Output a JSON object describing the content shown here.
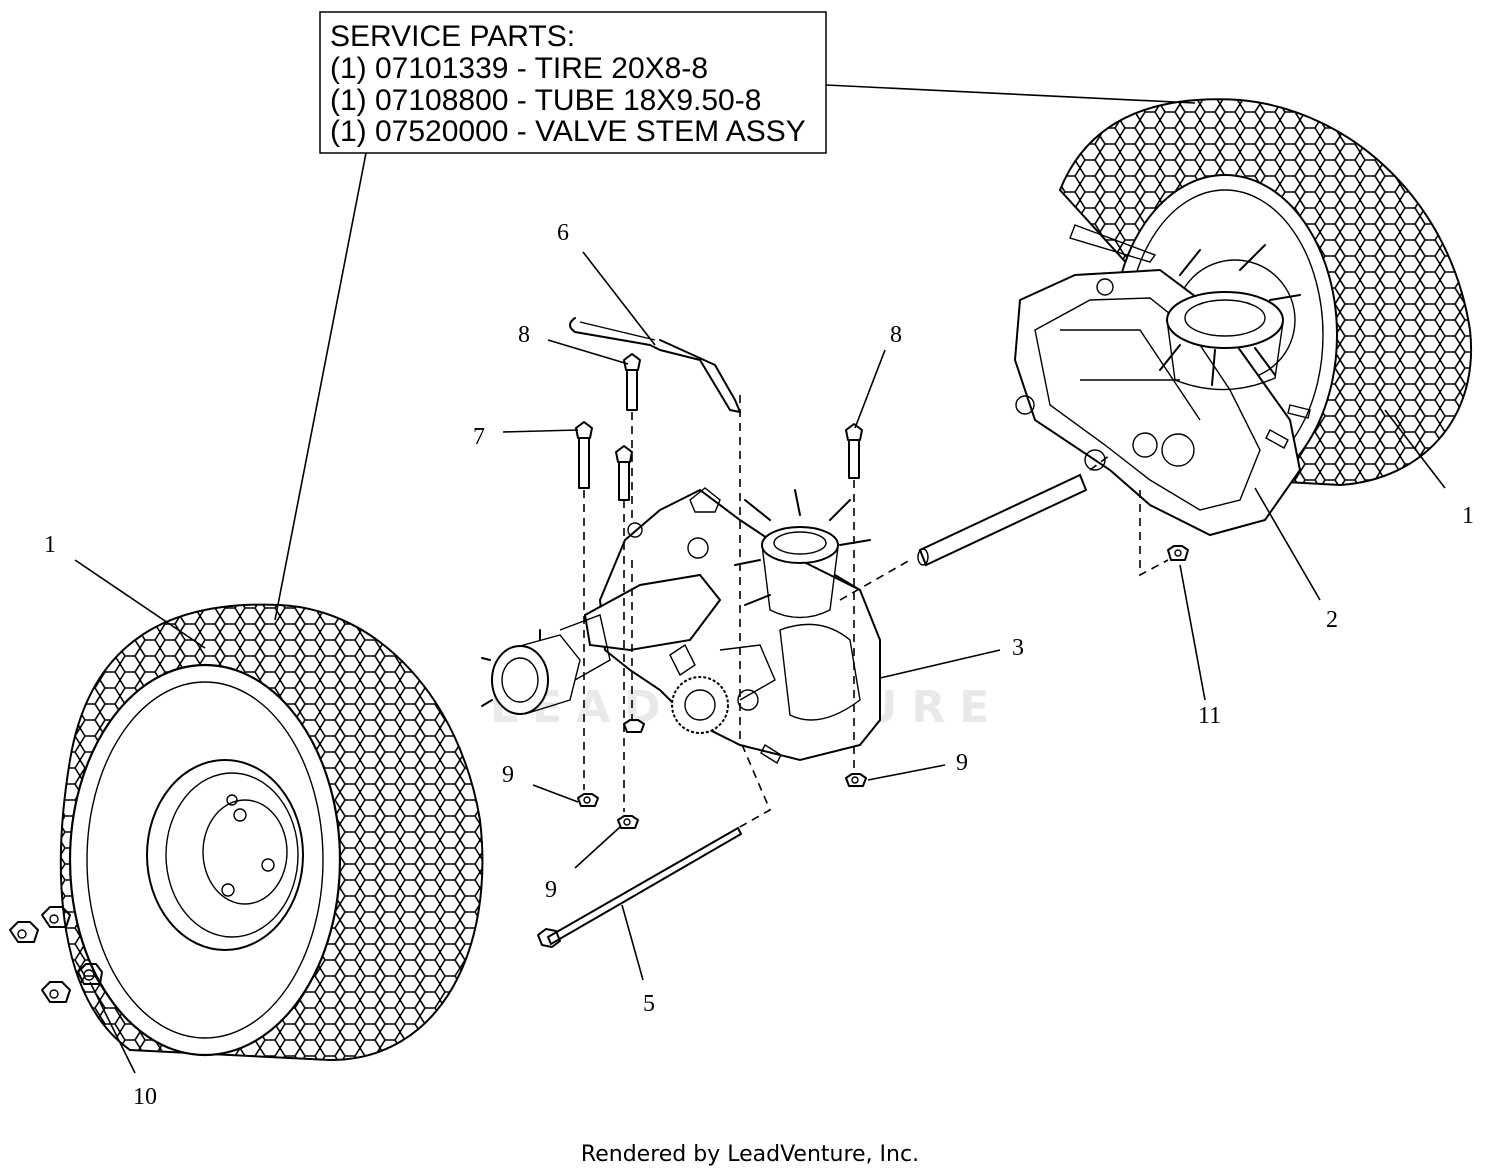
{
  "service_parts": {
    "heading": "SERVICE PARTS:",
    "items": [
      "(1) 07101339 - TIRE 20X8-8",
      "(1) 07108800 - TUBE 18X9.50-8",
      "(1) 07520000 - VALVE STEM ASSY"
    ]
  },
  "callouts": {
    "tire_left": "1",
    "tire_right": "1",
    "transaxle_right": "2",
    "transaxle_left": "3",
    "axle_rod": "5",
    "bracket": "6",
    "bolt_7": "7",
    "bolt_8_left": "8",
    "bolt_8_right": "8",
    "nut_9_a": "9",
    "nut_9_b": "9",
    "nut_9_c": "9",
    "lug_nut": "10",
    "nut_11": "11"
  },
  "watermark": "LEADVENTURE",
  "footer": "Rendered by LeadVenture, Inc."
}
